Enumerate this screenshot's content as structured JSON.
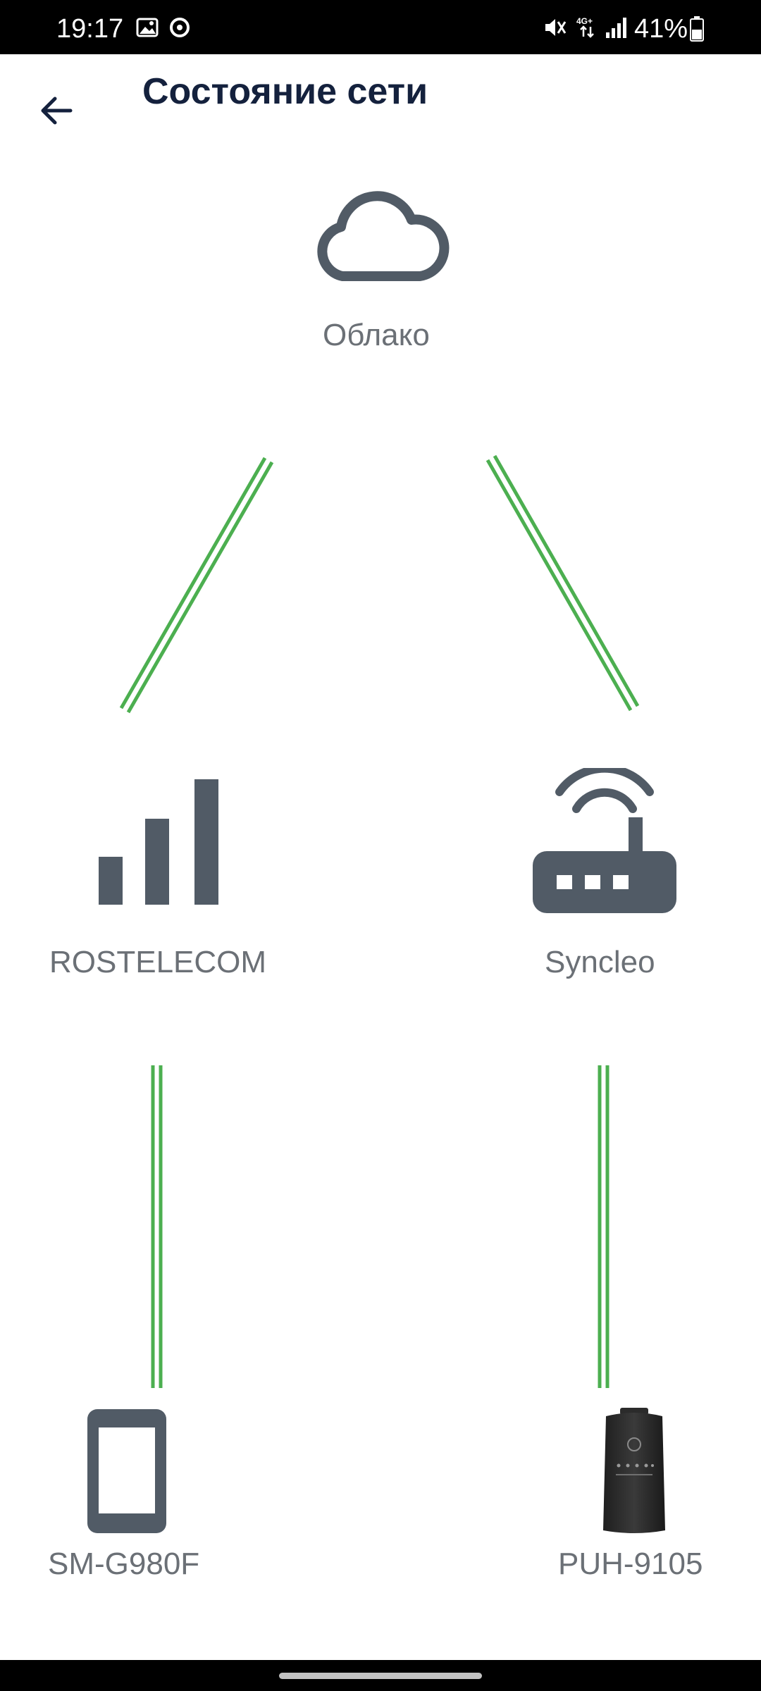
{
  "status_bar": {
    "time": "19:17",
    "battery_percent": "41%",
    "icons": [
      "gallery-icon",
      "sync-icon",
      "mute-icon",
      "4g-icon",
      "signal-icon",
      "battery-icon"
    ]
  },
  "header": {
    "title": "Состояние сети",
    "back_icon": "arrow-left-icon"
  },
  "nodes": {
    "cloud": {
      "label": "Облако",
      "icon": "cloud-icon"
    },
    "cellular": {
      "label": "ROSTELECOM",
      "icon": "signal-bars-icon"
    },
    "router": {
      "label": "Syncleo",
      "icon": "wifi-router-icon"
    },
    "phone": {
      "label": "SM-G980F",
      "icon": "phone-icon"
    },
    "device": {
      "label": "PUH-9105",
      "icon": "humidifier-icon"
    }
  },
  "connections": [
    {
      "from": "cloud",
      "to": "cellular",
      "status": "connected"
    },
    {
      "from": "cloud",
      "to": "router",
      "status": "connected"
    },
    {
      "from": "cellular",
      "to": "phone",
      "status": "connected"
    },
    {
      "from": "router",
      "to": "device",
      "status": "connected"
    }
  ],
  "colors": {
    "link_connected": "#4caf50",
    "icon": "#515b66",
    "title": "#14213d",
    "label": "#6b7076"
  }
}
